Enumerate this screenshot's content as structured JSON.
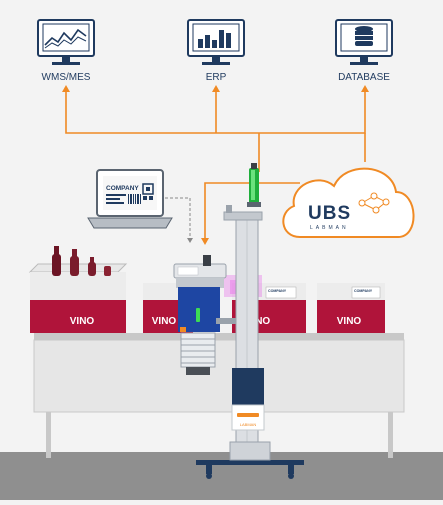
{
  "systems": {
    "wms_label": "WMS/MES",
    "erp_label": "ERP",
    "database_label": "DATABASE"
  },
  "cloud": {
    "logo_text": "UBS",
    "logo_subtext": "LABMAN"
  },
  "laptop": {
    "screen_text": "COMPANY"
  },
  "boxes": {
    "label": "VINO",
    "printed_company": "COMPANY"
  },
  "printer": {
    "brand": "LABMAN"
  },
  "colors": {
    "accent_orange": "#f08a24",
    "navy": "#1f3a5f",
    "box_red": "#b0143a",
    "floor": "#8f8f8f",
    "table": "#e6e6e6"
  }
}
